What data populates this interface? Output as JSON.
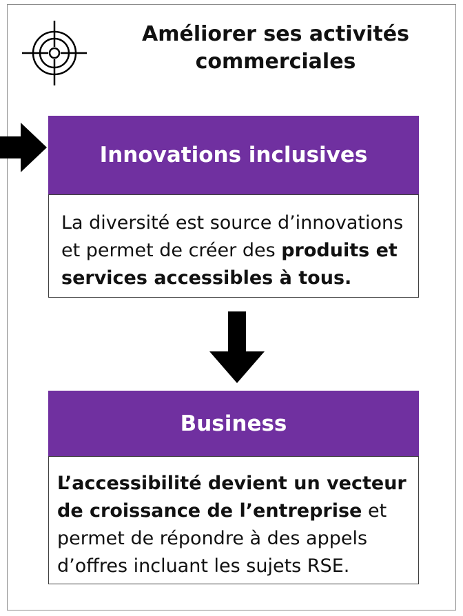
{
  "header": {
    "title_line1": "Améliorer ses activités",
    "title_line2": "commerciales",
    "icon": "target-icon"
  },
  "side_arrow_icon": "arrow-right-icon",
  "box1": {
    "header": "Innovations inclusives",
    "text_part1": "La diversité est source d’innovations et permet de créer des ",
    "text_bold": "produits et services accessibles à tous."
  },
  "connector_icon": "arrow-down-icon",
  "box2": {
    "header": "Business",
    "text_bold": "L’accessibilité devient un vecteur de croissance de l’entreprise",
    "text_part2": " et permet de répondre à des appels d’offres incluant les sujets RSE."
  },
  "colors": {
    "header_fill": "#7030a0",
    "header_text": "#ffffff",
    "arrow": "#000000",
    "frame_border": "#8c8c8c"
  }
}
